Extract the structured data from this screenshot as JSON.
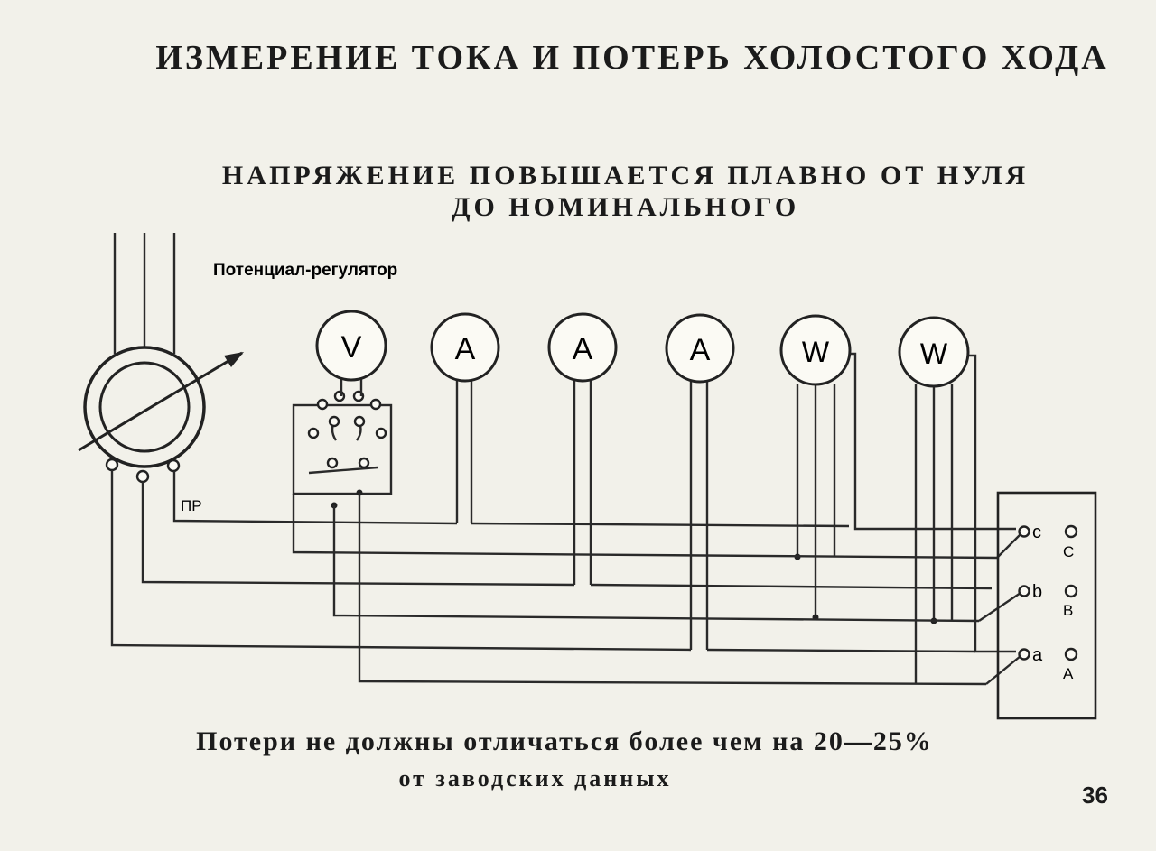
{
  "title": "ИЗМЕРЕНИЕ ТОКА И ПОТЕРЬ ХОЛОСТОГО ХОДА",
  "subtitle": [
    "НАПРЯЖЕНИЕ ПОВЫШАЕТСЯ ПЛАВНО ОТ НУЛЯ",
    "ДО НОМИНАЛЬНОГО"
  ],
  "regulator_label": "Потенциал-регулятор",
  "pr_label": "ПР",
  "meters": [
    "V",
    "A",
    "A",
    "A",
    "W",
    "W"
  ],
  "transformer": {
    "low_side_terminals": [
      "c",
      "b",
      "a"
    ],
    "high_side_terminals": [
      "C",
      "B",
      "A"
    ]
  },
  "footer": [
    "Потери не должны отличаться более чем на 20—25%",
    "от заводских данных"
  ],
  "page_number": "36"
}
